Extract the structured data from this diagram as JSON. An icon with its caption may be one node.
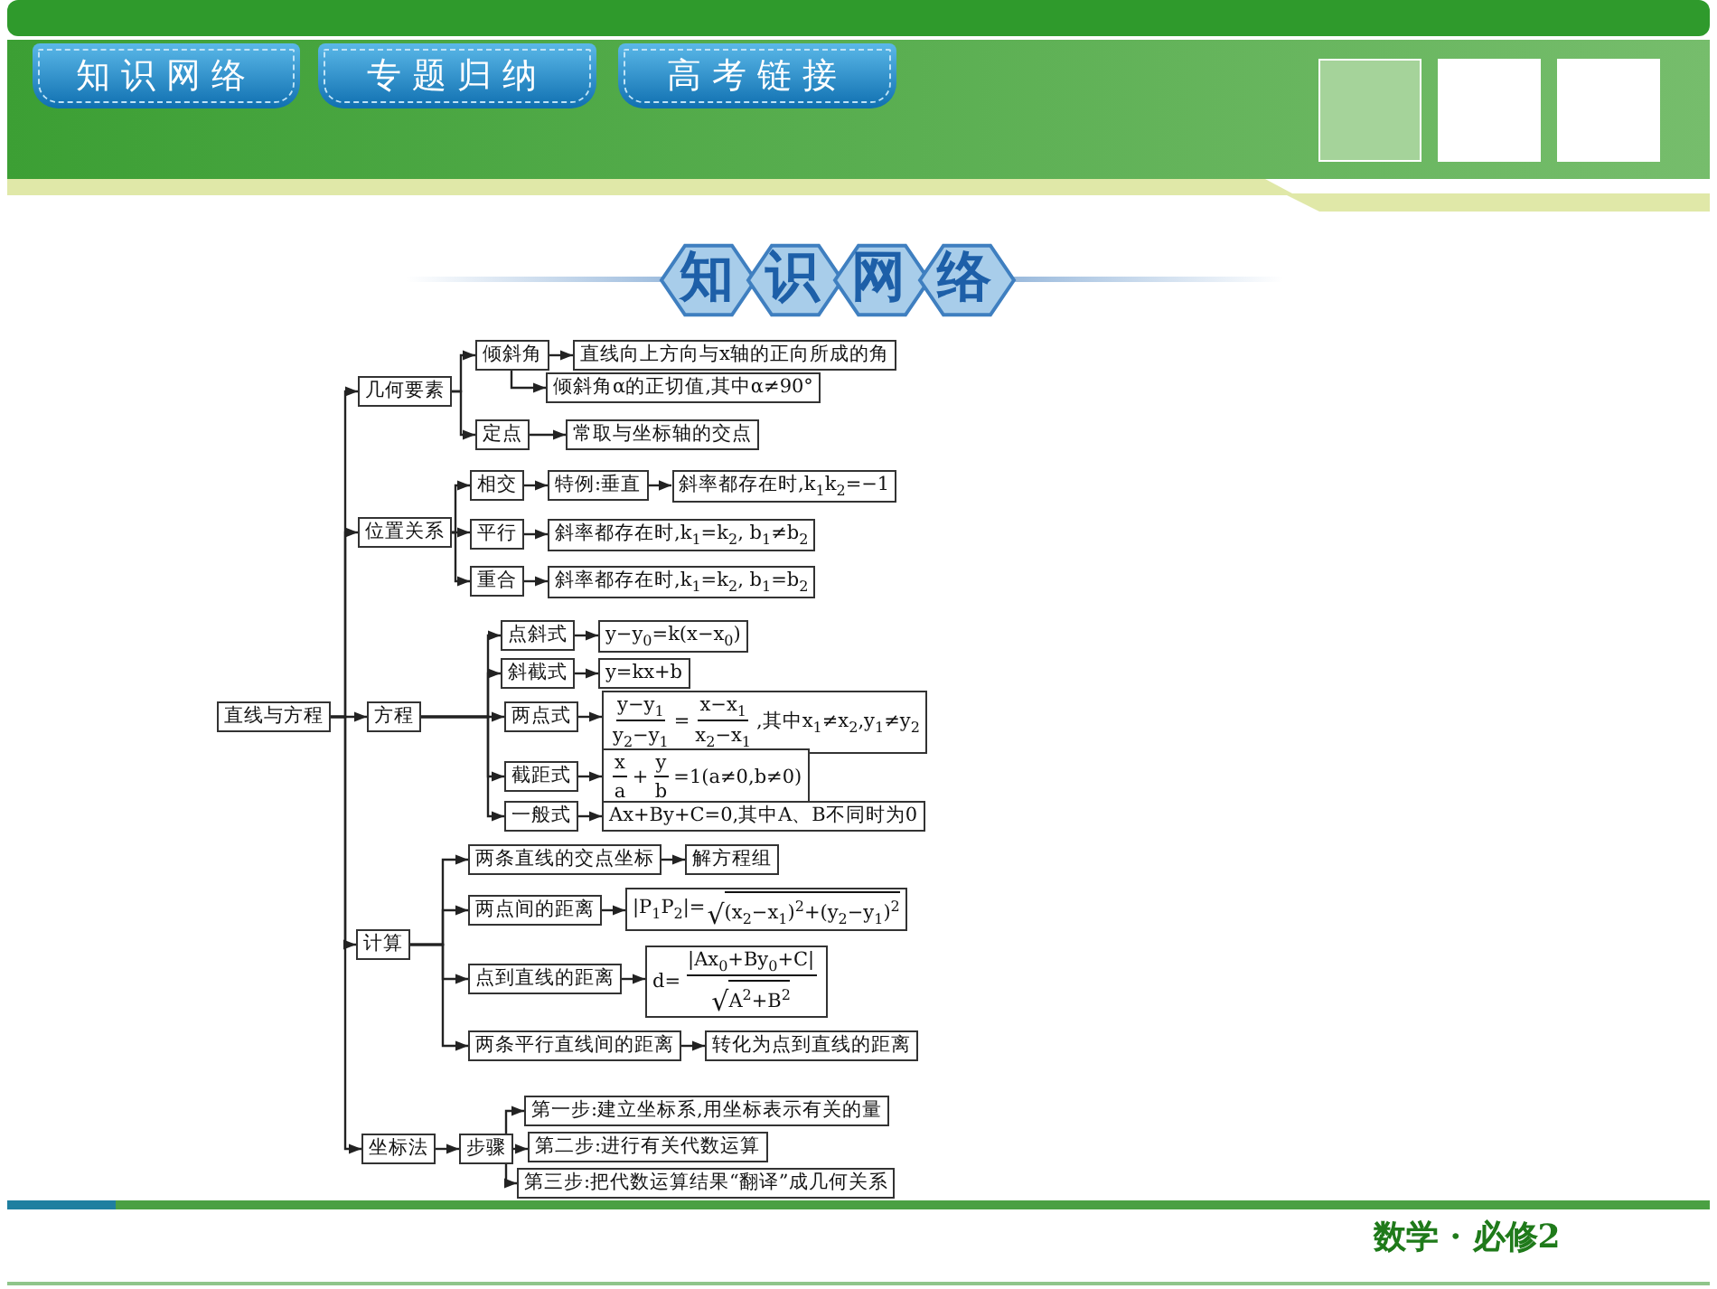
{
  "diagram": {
    "title": "知识网络",
    "nodes": [
      {
        "text": [
          "直线与方程"
        ]
      },
      {
        "text": [
          "几何要素"
        ]
      },
      {
        "text": [
          "倾斜角"
        ]
      },
      {
        "text": [
          "直线向上方向与x轴的正向所成的角"
        ]
      },
      {
        "text": [
          "倾斜角α的正切值,其中α≠90°"
        ]
      },
      {
        "text": [
          "定点"
        ]
      },
      {
        "text": [
          "常取与坐标轴的交点"
        ]
      },
      {
        "text": [
          "位置关系"
        ]
      },
      {
        "text": [
          "相交"
        ]
      },
      {
        "text": [
          "特例:垂直"
        ]
      },
      {
        "text": [
          "斜率都存在时,k$_{1}$k$_{2}$=−1"
        ]
      },
      {
        "text": [
          "平行"
        ]
      },
      {
        "text": [
          "斜率都存在时,k$_{1}$=k$_{2}$, b$_{1}$≠b$_{2}$"
        ]
      },
      {
        "text": [
          "重合"
        ]
      },
      {
        "text": [
          "斜率都存在时,k$_{1}$=k$_{2}$, b$_{1}$=b$_{2}$"
        ]
      },
      {
        "text": [
          "方程"
        ]
      },
      {
        "text": [
          "点斜式"
        ]
      },
      {
        "text": [
          "y−y$_{0}$=k(x−x$_{0}$)"
        ]
      },
      {
        "text": [
          "斜截式"
        ]
      },
      {
        "text": [
          "y=kx+b"
        ]
      },
      {
        "text": [
          "两点式"
        ]
      },
      {
        "text": [
          "y−y$_{1}$",
          "y$_{2}$−y$_{1}$",
          "=",
          "x−x$_{1}$",
          "x$_{2}$−x$_{1}$",
          ",其中x$_{1}$≠x$_{2}$,y$_{1}$≠y$_{2}$"
        ]
      },
      {
        "text": [
          "截距式"
        ]
      },
      {
        "text": [
          "x",
          "a",
          "+",
          "y",
          "b",
          "=1(a≠0,b≠0)"
        ]
      },
      {
        "text": [
          "一般式"
        ]
      },
      {
        "text": [
          "Ax+By+C=0,其中A、B不同时为0"
        ]
      },
      {
        "text": [
          "计算"
        ]
      },
      {
        "text": [
          "两条直线的交点坐标"
        ]
      },
      {
        "text": [
          "解方程组"
        ]
      },
      {
        "text": [
          "两点间的距离"
        ]
      },
      {
        "text": [
          "|P$_{1}$P$_{2}$|=",
          "√",
          "(x$_{2}$−x$_{1}$)$^{2}$+(y$_{2}$−y$_{1}$)$^{2}$"
        ]
      },
      {
        "text": [
          "点到直线的距离"
        ]
      },
      {
        "text": [
          "d=",
          "|Ax$_{0}$+By$_{0}$+C|",
          "√",
          "A$^{2}$+B$^{2}$"
        ]
      },
      {
        "text": [
          "两条平行直线间的距离"
        ]
      },
      {
        "text": [
          "转化为点到直线的距离"
        ]
      },
      {
        "text": [
          "坐标法"
        ]
      },
      {
        "text": [
          "步骤"
        ]
      },
      {
        "text": [
          "第一步:建立坐标系,用坐标表示有关的量"
        ]
      },
      {
        "text": [
          "第二步:进行有关代数运算"
        ]
      },
      {
        "text": [
          "第三步:把代数运算结果“翻译”成几何关系"
        ]
      }
    ],
    "edges": [
      {
        "from": 0,
        "to": 1,
        "arrow": "to"
      },
      {
        "from": 0,
        "to": 7,
        "arrow": "to"
      },
      {
        "from": 0,
        "to": 15,
        "arrow": "to"
      },
      {
        "from": 0,
        "to": 26,
        "arrow": "to"
      },
      {
        "from": 0,
        "to": 35,
        "arrow": "to"
      },
      {
        "from": 1,
        "to": 2,
        "arrow": "to"
      },
      {
        "from": 1,
        "to": 5,
        "arrow": "to"
      },
      {
        "from": 2,
        "to": 3,
        "arrow": "to"
      },
      {
        "from": 2,
        "to": 4,
        "arrow": "to"
      },
      {
        "from": 5,
        "to": 6,
        "arrow": "to"
      },
      {
        "from": 7,
        "to": 8,
        "arrow": "to"
      },
      {
        "from": 7,
        "to": 11,
        "arrow": "to"
      },
      {
        "from": 7,
        "to": 13,
        "arrow": "to"
      },
      {
        "from": 8,
        "to": 9,
        "arrow": "to"
      },
      {
        "from": 9,
        "to": 10,
        "arrow": "to"
      },
      {
        "from": 11,
        "to": 12,
        "arrow": "to"
      },
      {
        "from": 13,
        "to": 14,
        "arrow": "to"
      },
      {
        "from": 15,
        "to": 16,
        "arrow": "to"
      },
      {
        "from": 15,
        "to": 18,
        "arrow": "to"
      },
      {
        "from": 15,
        "to": 20,
        "arrow": "to"
      },
      {
        "from": 15,
        "to": 22,
        "arrow": "to"
      },
      {
        "from": 15,
        "to": 24,
        "arrow": "to"
      },
      {
        "from": 16,
        "to": 17,
        "arrow": "to"
      },
      {
        "from": 18,
        "to": 19,
        "arrow": "to"
      },
      {
        "from": 20,
        "to": 21,
        "arrow": "to"
      },
      {
        "from": 22,
        "to": 23,
        "arrow": "to"
      },
      {
        "from": 24,
        "to": 25,
        "arrow": "to"
      },
      {
        "from": 26,
        "to": 27,
        "arrow": "to"
      },
      {
        "from": 26,
        "to": 29,
        "arrow": "to"
      },
      {
        "from": 26,
        "to": 31,
        "arrow": "to"
      },
      {
        "from": 26,
        "to": 33,
        "arrow": "to"
      },
      {
        "from": 27,
        "to": 28,
        "arrow": "to"
      },
      {
        "from": 29,
        "to": 30,
        "arrow": "to"
      },
      {
        "from": 31,
        "to": 32,
        "arrow": "to"
      },
      {
        "from": 33,
        "to": 34,
        "arrow": "to"
      },
      {
        "from": 35,
        "to": 36,
        "arrow": "to"
      },
      {
        "from": 36,
        "to": 37,
        "arrow": "to"
      },
      {
        "from": 36,
        "to": 38,
        "arrow": "to"
      },
      {
        "from": 36,
        "to": 39,
        "arrow": "to"
      }
    ],
    "labels": [
      "知识网络",
      "专题归纳",
      "高考链接",
      "数学 · 必修2"
    ]
  }
}
